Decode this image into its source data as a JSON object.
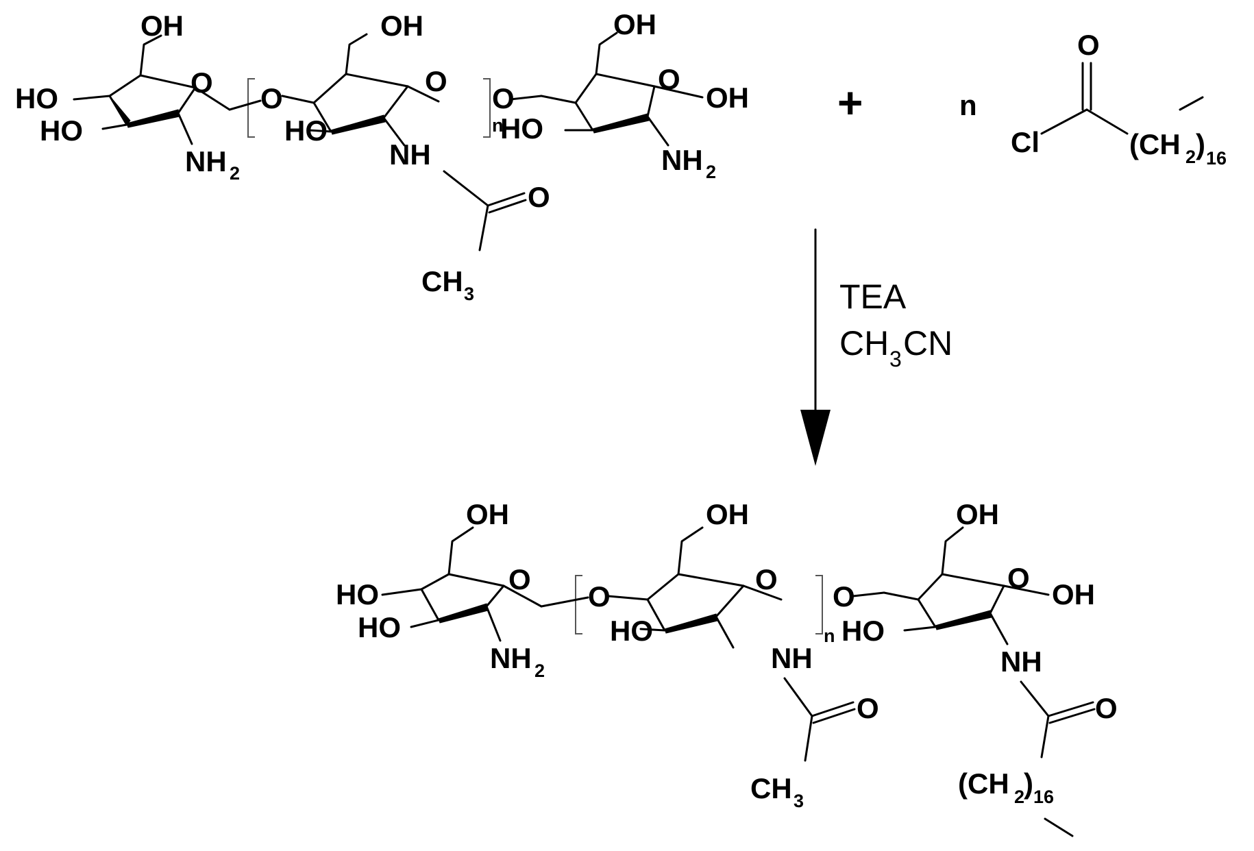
{
  "labels": {
    "oh": "OH",
    "ho": "HO",
    "o": "O",
    "nh2": "NH",
    "nh": "NH",
    "h2_sub": "2",
    "n": "n",
    "ch3": "CH",
    "ch3_sub": "3",
    "cl": "Cl",
    "ch2_chain": "(CH",
    "ch2_sub": "2",
    "ch2_close": ")",
    "ch2_count": "16",
    "plus": "+"
  },
  "conditions": {
    "reagent": "TEA",
    "solvent": "CH",
    "solvent_sub": "3",
    "solvent_tail": "CN"
  }
}
